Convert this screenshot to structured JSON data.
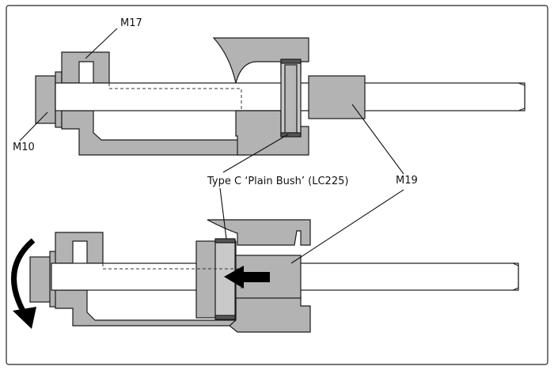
{
  "labels": {
    "m17": "M17",
    "m10": "M10",
    "bush": "Type C ‘Plain Bush’ (LC225)",
    "m19": "M19"
  },
  "colors": {
    "part_fill": "#b3b3b3",
    "bush_fill": "#c9c9c9",
    "outline": "#1a1a1a",
    "arrow": "#000000"
  }
}
